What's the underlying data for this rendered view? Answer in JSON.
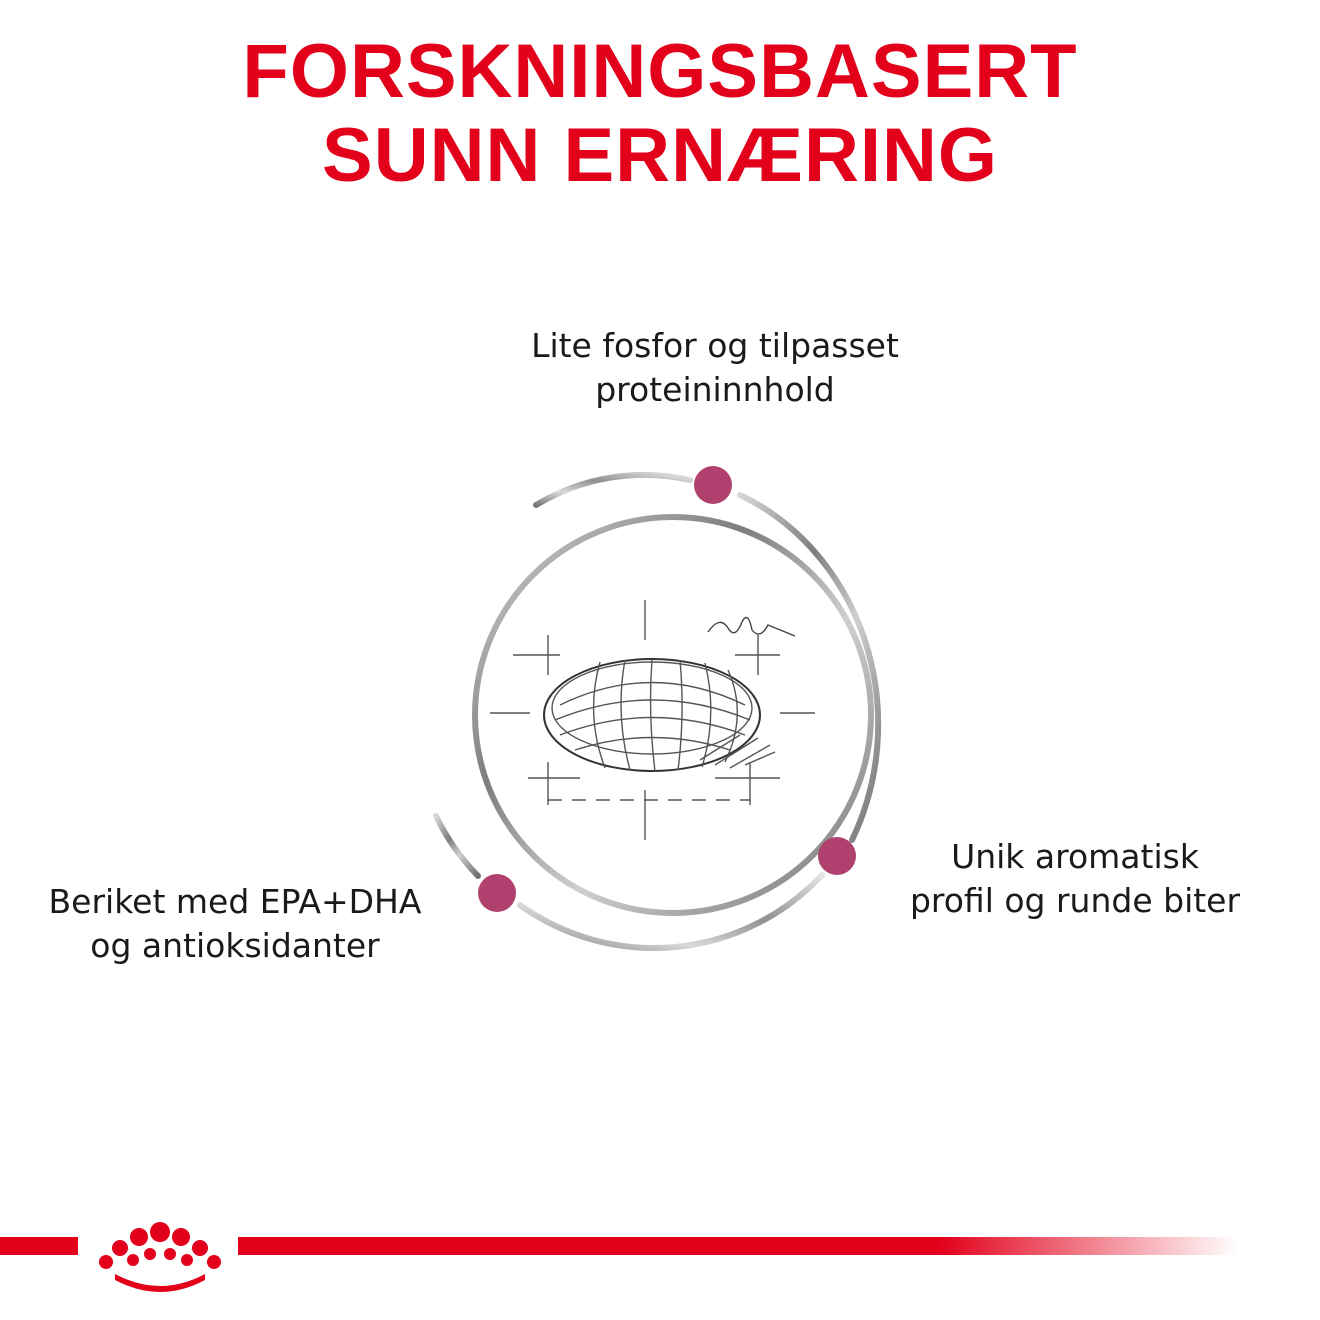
{
  "title": {
    "line1": "FORSKNINGSBASERT",
    "line2": "SUNN ERNÆRING"
  },
  "features": {
    "top": {
      "line1": "Lite fosfor og tilpasset",
      "line2": "proteininnhold"
    },
    "right": {
      "line1": "Unik aromatisk",
      "line2": "profil og runde biter"
    },
    "left": {
      "line1": "Beriket med EPA+DHA",
      "line2": "og antioksidanter"
    }
  },
  "colors": {
    "brand_red": "#e2001a",
    "accent_dot": "#b0416f",
    "ring_gray": "#8a8a8a"
  },
  "icons": {
    "center": "kibble-sketch-icon",
    "footer": "crown-logo-icon"
  }
}
